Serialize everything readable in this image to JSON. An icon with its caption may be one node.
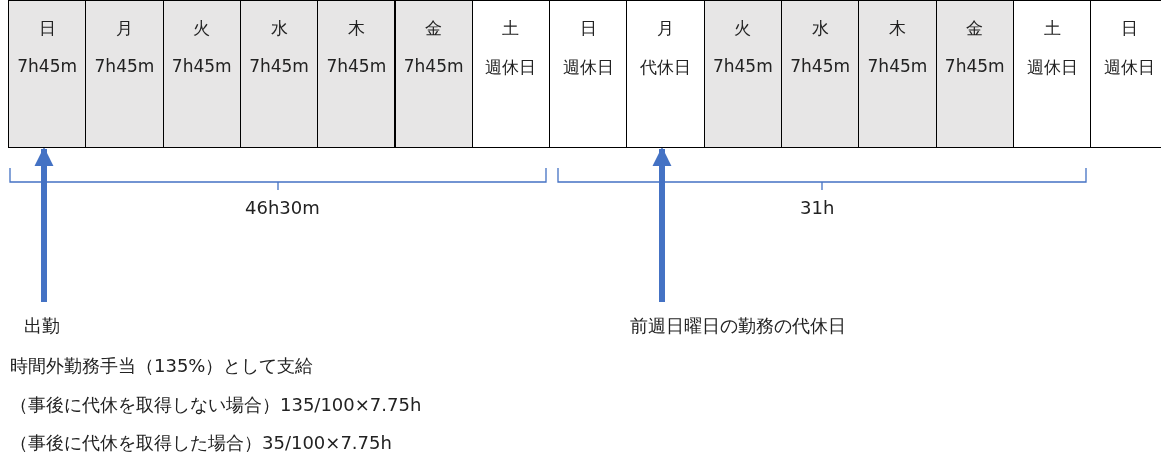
{
  "diagram": {
    "nodes": [
      {
        "text": [
          "日",
          "7h45m"
        ]
      },
      {
        "text": [
          "月",
          "7h45m"
        ]
      },
      {
        "text": [
          "火",
          "7h45m"
        ]
      },
      {
        "text": [
          "水",
          "7h45m"
        ]
      },
      {
        "text": [
          "木",
          "7h45m"
        ]
      },
      {
        "text": [
          "金",
          "7h45m"
        ]
      },
      {
        "text": [
          "土",
          "週休日"
        ]
      },
      {
        "text": [
          "日",
          "週休日"
        ]
      },
      {
        "text": [
          "月",
          "代休日"
        ]
      },
      {
        "text": [
          "火",
          "7h45m"
        ]
      },
      {
        "text": [
          "水",
          "7h45m"
        ]
      },
      {
        "text": [
          "木",
          "7h45m"
        ]
      },
      {
        "text": [
          "金",
          "7h45m"
        ]
      },
      {
        "text": [
          "土",
          "週休日"
        ]
      },
      {
        "text": [
          "日",
          "週休日"
        ]
      },
      {
        "text": [
          "出勤"
        ]
      },
      {
        "text": [
          "前週日曜日の勤務の代休日"
        ]
      }
    ],
    "edges": [
      {
        "from": 15,
        "to": 0,
        "arrow": "to"
      },
      {
        "from": 16,
        "to": 8,
        "arrow": "to"
      }
    ],
    "labels": [
      "46h30m",
      "31h",
      "時間外勤務手当（135%）として支給",
      "（事後に代休を取得しない場合）135/100×7.75h",
      "（事後に代休を取得した場合）35/100×7.75h"
    ]
  }
}
